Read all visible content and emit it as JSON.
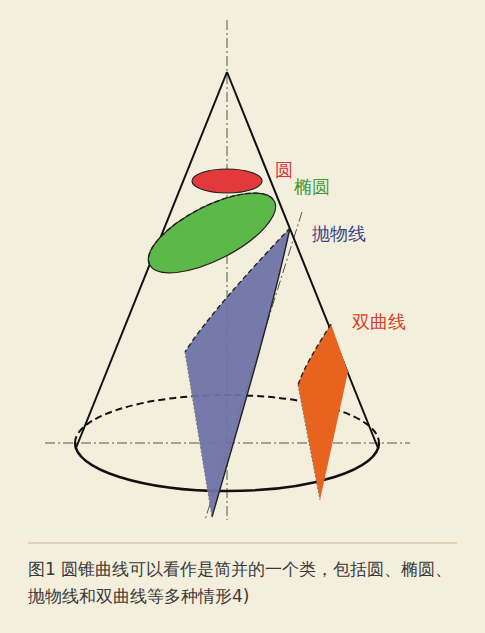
{
  "diagram": {
    "caption": "图1 圆锥曲线可以看作是简并的一个类，包括圆、椭圆、抛物线和双曲线等多种情形4)",
    "labels": [
      "圆",
      "椭圆",
      "抛物线",
      "双曲线"
    ]
  }
}
